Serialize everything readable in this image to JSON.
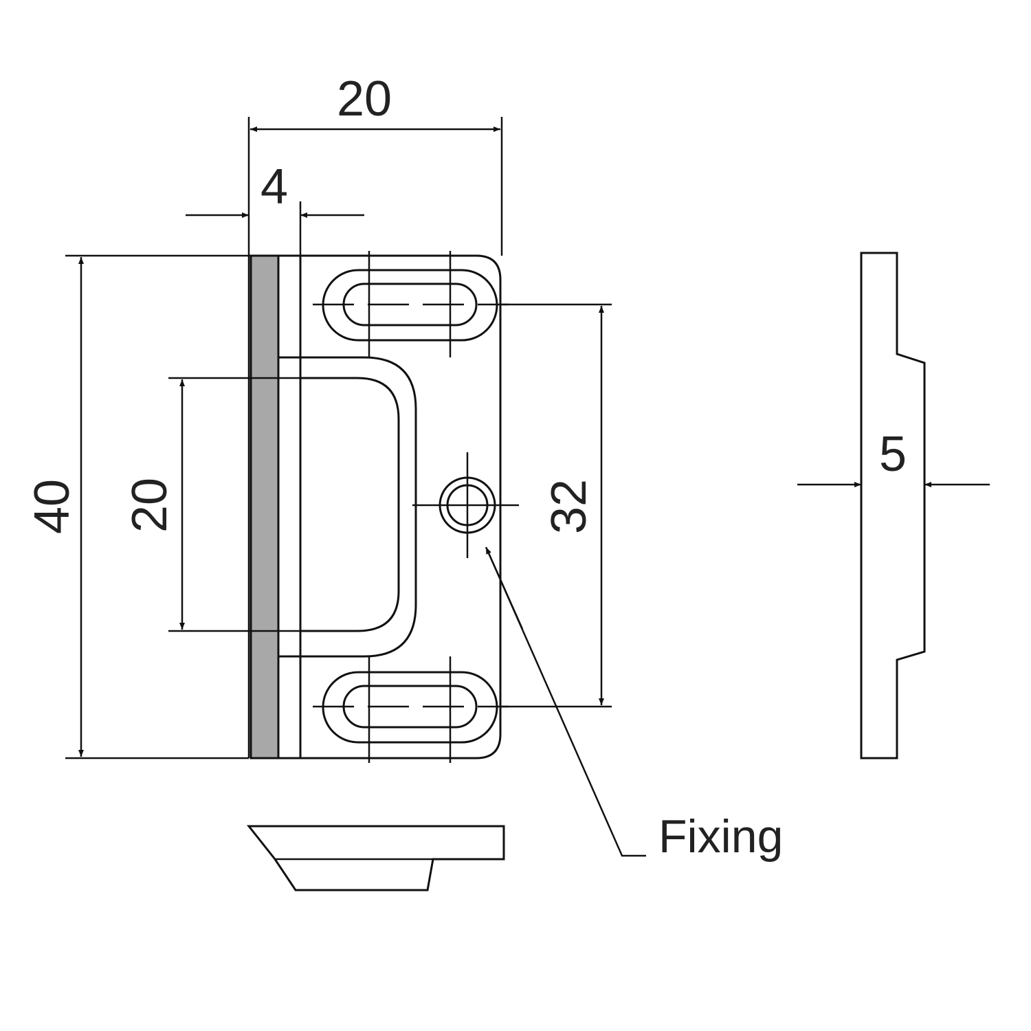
{
  "dimensions": {
    "overall_width": "20",
    "flange_width": "4",
    "overall_height": "40",
    "opening_height": "20",
    "hole_spacing": "32",
    "thickness": "5"
  },
  "labels": {
    "fixing": "Fixing"
  },
  "colors": {
    "line": "#111111",
    "plate": "#e6e6e6",
    "flange": "#a8a8a8"
  }
}
